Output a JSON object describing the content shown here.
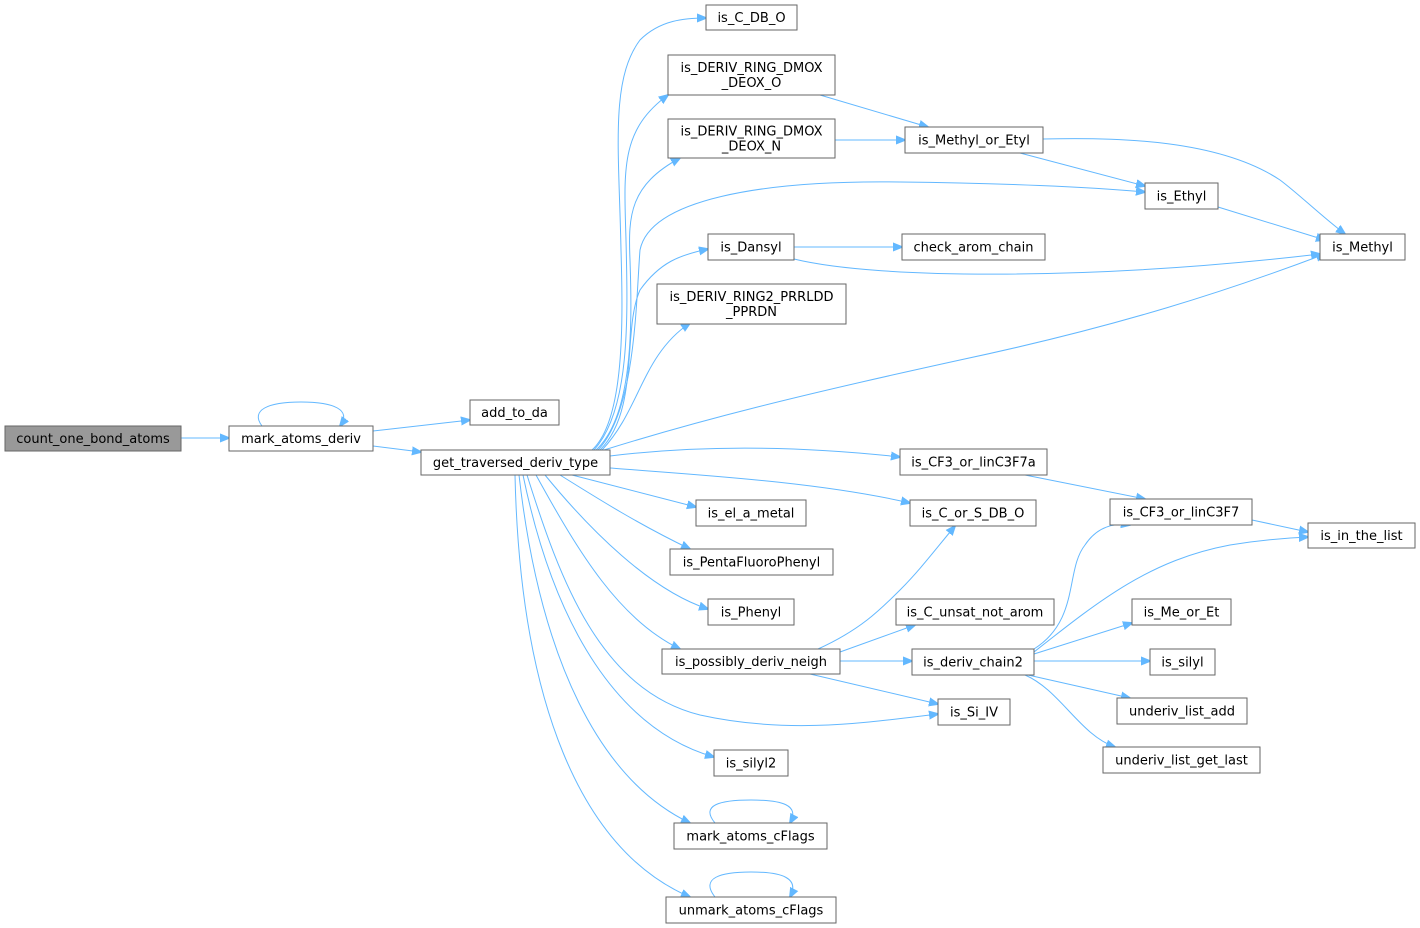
{
  "graph": {
    "type": "call-graph",
    "colors": {
      "edge": "#63b8ff",
      "node_border": "#666666",
      "root_fill": "#999999",
      "node_fill": "#ffffff"
    },
    "nodes": [
      {
        "id": "count_one_bond_atoms",
        "lines": [
          "count_one_bond_atoms"
        ],
        "root": true
      },
      {
        "id": "mark_atoms_deriv",
        "lines": [
          "mark_atoms_deriv"
        ]
      },
      {
        "id": "add_to_da",
        "lines": [
          "add_to_da"
        ]
      },
      {
        "id": "get_traversed_deriv_type",
        "lines": [
          "get_traversed_deriv_type"
        ]
      },
      {
        "id": "is_C_DB_O",
        "lines": [
          "is_C_DB_O"
        ]
      },
      {
        "id": "is_DERIV_RING_DMOX_DEOX_O",
        "lines": [
          "is_DERIV_RING_DMOX",
          "_DEOX_O"
        ]
      },
      {
        "id": "is_DERIV_RING_DMOX_DEOX_N",
        "lines": [
          "is_DERIV_RING_DMOX",
          "_DEOX_N"
        ]
      },
      {
        "id": "is_Methyl_or_Etyl",
        "lines": [
          "is_Methyl_or_Etyl"
        ]
      },
      {
        "id": "is_Ethyl",
        "lines": [
          "is_Ethyl"
        ]
      },
      {
        "id": "is_Methyl",
        "lines": [
          "is_Methyl"
        ]
      },
      {
        "id": "is_Dansyl",
        "lines": [
          "is_Dansyl"
        ]
      },
      {
        "id": "check_arom_chain",
        "lines": [
          "check_arom_chain"
        ]
      },
      {
        "id": "is_DERIV_RING2_PRRLDD_PPRDN",
        "lines": [
          "is_DERIV_RING2_PRRLDD",
          "_PPRDN"
        ]
      },
      {
        "id": "is_CF3_or_linC3F7a",
        "lines": [
          "is_CF3_or_linC3F7a"
        ]
      },
      {
        "id": "is_C_or_S_DB_O",
        "lines": [
          "is_C_or_S_DB_O"
        ]
      },
      {
        "id": "is_CF3_or_linC3F7",
        "lines": [
          "is_CF3_or_linC3F7"
        ]
      },
      {
        "id": "is_in_the_list",
        "lines": [
          "is_in_the_list"
        ]
      },
      {
        "id": "is_el_a_metal",
        "lines": [
          "is_el_a_metal"
        ]
      },
      {
        "id": "is_PentaFluoroPhenyl",
        "lines": [
          "is_PentaFluoroPhenyl"
        ]
      },
      {
        "id": "is_Phenyl",
        "lines": [
          "is_Phenyl"
        ]
      },
      {
        "id": "is_C_unsat_not_arom",
        "lines": [
          "is_C_unsat_not_arom"
        ]
      },
      {
        "id": "is_Me_or_Et",
        "lines": [
          "is_Me_or_Et"
        ]
      },
      {
        "id": "is_possibly_deriv_neigh",
        "lines": [
          "is_possibly_deriv_neigh"
        ]
      },
      {
        "id": "is_deriv_chain2",
        "lines": [
          "is_deriv_chain2"
        ]
      },
      {
        "id": "is_silyl",
        "lines": [
          "is_silyl"
        ]
      },
      {
        "id": "is_Si_IV",
        "lines": [
          "is_Si_IV"
        ]
      },
      {
        "id": "underiv_list_add",
        "lines": [
          "underiv_list_add"
        ]
      },
      {
        "id": "underiv_list_get_last",
        "lines": [
          "underiv_list_get_last"
        ]
      },
      {
        "id": "is_silyl2",
        "lines": [
          "is_silyl2"
        ]
      },
      {
        "id": "mark_atoms_cFlags",
        "lines": [
          "mark_atoms_cFlags"
        ]
      },
      {
        "id": "unmark_atoms_cFlags",
        "lines": [
          "unmark_atoms_cFlags"
        ]
      }
    ],
    "edges": [
      [
        "count_one_bond_atoms",
        "mark_atoms_deriv"
      ],
      [
        "mark_atoms_deriv",
        "mark_atoms_deriv"
      ],
      [
        "mark_atoms_deriv",
        "add_to_da"
      ],
      [
        "mark_atoms_deriv",
        "get_traversed_deriv_type"
      ],
      [
        "get_traversed_deriv_type",
        "is_C_DB_O"
      ],
      [
        "get_traversed_deriv_type",
        "is_DERIV_RING_DMOX_DEOX_O"
      ],
      [
        "get_traversed_deriv_type",
        "is_DERIV_RING_DMOX_DEOX_N"
      ],
      [
        "get_traversed_deriv_type",
        "is_Ethyl"
      ],
      [
        "get_traversed_deriv_type",
        "is_Dansyl"
      ],
      [
        "get_traversed_deriv_type",
        "is_DERIV_RING2_PRRLDD_PPRDN"
      ],
      [
        "get_traversed_deriv_type",
        "is_Methyl"
      ],
      [
        "get_traversed_deriv_type",
        "is_CF3_or_linC3F7a"
      ],
      [
        "get_traversed_deriv_type",
        "is_C_or_S_DB_O"
      ],
      [
        "get_traversed_deriv_type",
        "is_el_a_metal"
      ],
      [
        "get_traversed_deriv_type",
        "is_PentaFluoroPhenyl"
      ],
      [
        "get_traversed_deriv_type",
        "is_Phenyl"
      ],
      [
        "get_traversed_deriv_type",
        "is_possibly_deriv_neigh"
      ],
      [
        "get_traversed_deriv_type",
        "is_Si_IV"
      ],
      [
        "get_traversed_deriv_type",
        "is_silyl2"
      ],
      [
        "get_traversed_deriv_type",
        "mark_atoms_cFlags"
      ],
      [
        "get_traversed_deriv_type",
        "unmark_atoms_cFlags"
      ],
      [
        "is_DERIV_RING_DMOX_DEOX_O",
        "is_Methyl_or_Etyl"
      ],
      [
        "is_DERIV_RING_DMOX_DEOX_N",
        "is_Methyl_or_Etyl"
      ],
      [
        "is_Methyl_or_Etyl",
        "is_Ethyl"
      ],
      [
        "is_Methyl_or_Etyl",
        "is_Methyl"
      ],
      [
        "is_Ethyl",
        "is_Methyl"
      ],
      [
        "is_Dansyl",
        "check_arom_chain"
      ],
      [
        "is_Dansyl",
        "is_Methyl"
      ],
      [
        "is_CF3_or_linC3F7a",
        "is_CF3_or_linC3F7"
      ],
      [
        "is_CF3_or_linC3F7",
        "is_in_the_list"
      ],
      [
        "is_possibly_deriv_neigh",
        "is_C_or_S_DB_O"
      ],
      [
        "is_possibly_deriv_neigh",
        "is_C_unsat_not_arom"
      ],
      [
        "is_possibly_deriv_neigh",
        "is_deriv_chain2"
      ],
      [
        "is_possibly_deriv_neigh",
        "is_Si_IV"
      ],
      [
        "is_deriv_chain2",
        "is_CF3_or_linC3F7"
      ],
      [
        "is_deriv_chain2",
        "is_in_the_list"
      ],
      [
        "is_deriv_chain2",
        "is_Me_or_Et"
      ],
      [
        "is_deriv_chain2",
        "is_silyl"
      ],
      [
        "is_deriv_chain2",
        "underiv_list_add"
      ],
      [
        "is_deriv_chain2",
        "underiv_list_get_last"
      ],
      [
        "mark_atoms_cFlags",
        "mark_atoms_cFlags"
      ],
      [
        "unmark_atoms_cFlags",
        "unmark_atoms_cFlags"
      ]
    ]
  }
}
